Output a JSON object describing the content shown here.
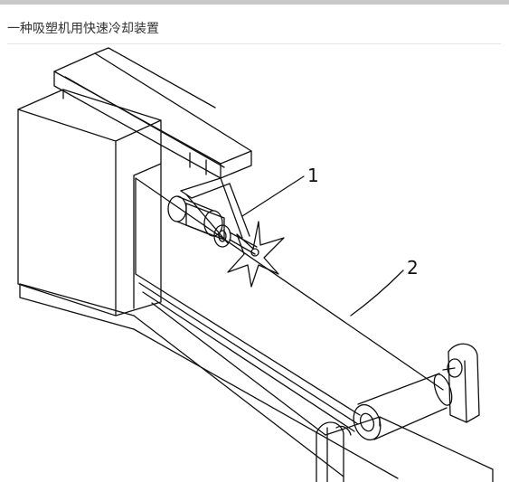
{
  "page": {
    "title": "一种吸塑机用快速冷却装置"
  },
  "figure": {
    "callouts": [
      {
        "label": "1",
        "part": "fan-cooling-assembly"
      },
      {
        "label": "2",
        "part": "conveyor-belt"
      }
    ],
    "colors": {
      "line": "#111111",
      "background": "#ffffff",
      "top_strip": "#c8c8c8",
      "divider": "#e6e6e6"
    }
  }
}
